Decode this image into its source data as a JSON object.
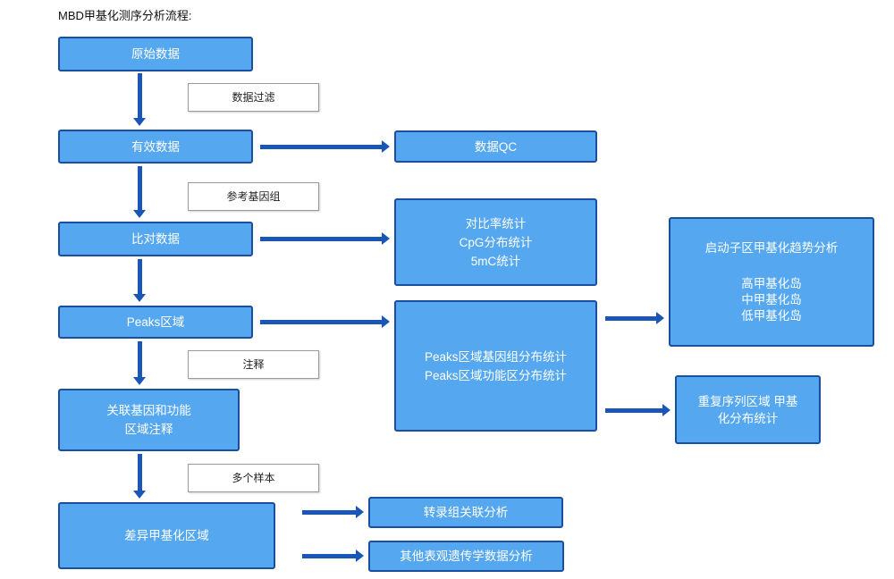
{
  "title": "MBD甲基化测序分析流程:",
  "colors": {
    "box_fill": "#55a8f0",
    "box_border": "#1a4e9e",
    "arrow": "#1a56b8",
    "label_border": "#9a9a9a",
    "text_on_blue": "#ffffff"
  },
  "nodes": {
    "raw_data": "原始数据",
    "filter_label": "数据过滤",
    "valid_data": "有效数据",
    "data_qc": "数据QC",
    "ref_genome_label": "参考基因组",
    "align_data": "比对数据",
    "align_stats_line1": "对比率统计",
    "align_stats_line2": "CpG分布统计",
    "align_stats_line3": "5mC统计",
    "peaks": "Peaks区域",
    "peaks_dist_line1": "Peaks区域基因组分布统计",
    "peaks_dist_line2": "Peaks区域功能区分布统计",
    "promoter_title": "启动子区甲基化趋势分析",
    "promoter_item1": "高甲基化岛",
    "promoter_item2": "中甲基化岛",
    "promoter_item3": "低甲基化岛",
    "repeat_line1": "重复序列区域 甲基",
    "repeat_line2": "化分布统计",
    "annotation_label": "注释",
    "gene_annotation_line1": "关联基因和功能",
    "gene_annotation_line2": "区域注释",
    "multi_sample_label": "多个样本",
    "dmr": "差异甲基化区域",
    "transcriptome": "转录组关联分析",
    "epigenetics": "其他表观遗传学数据分析"
  }
}
